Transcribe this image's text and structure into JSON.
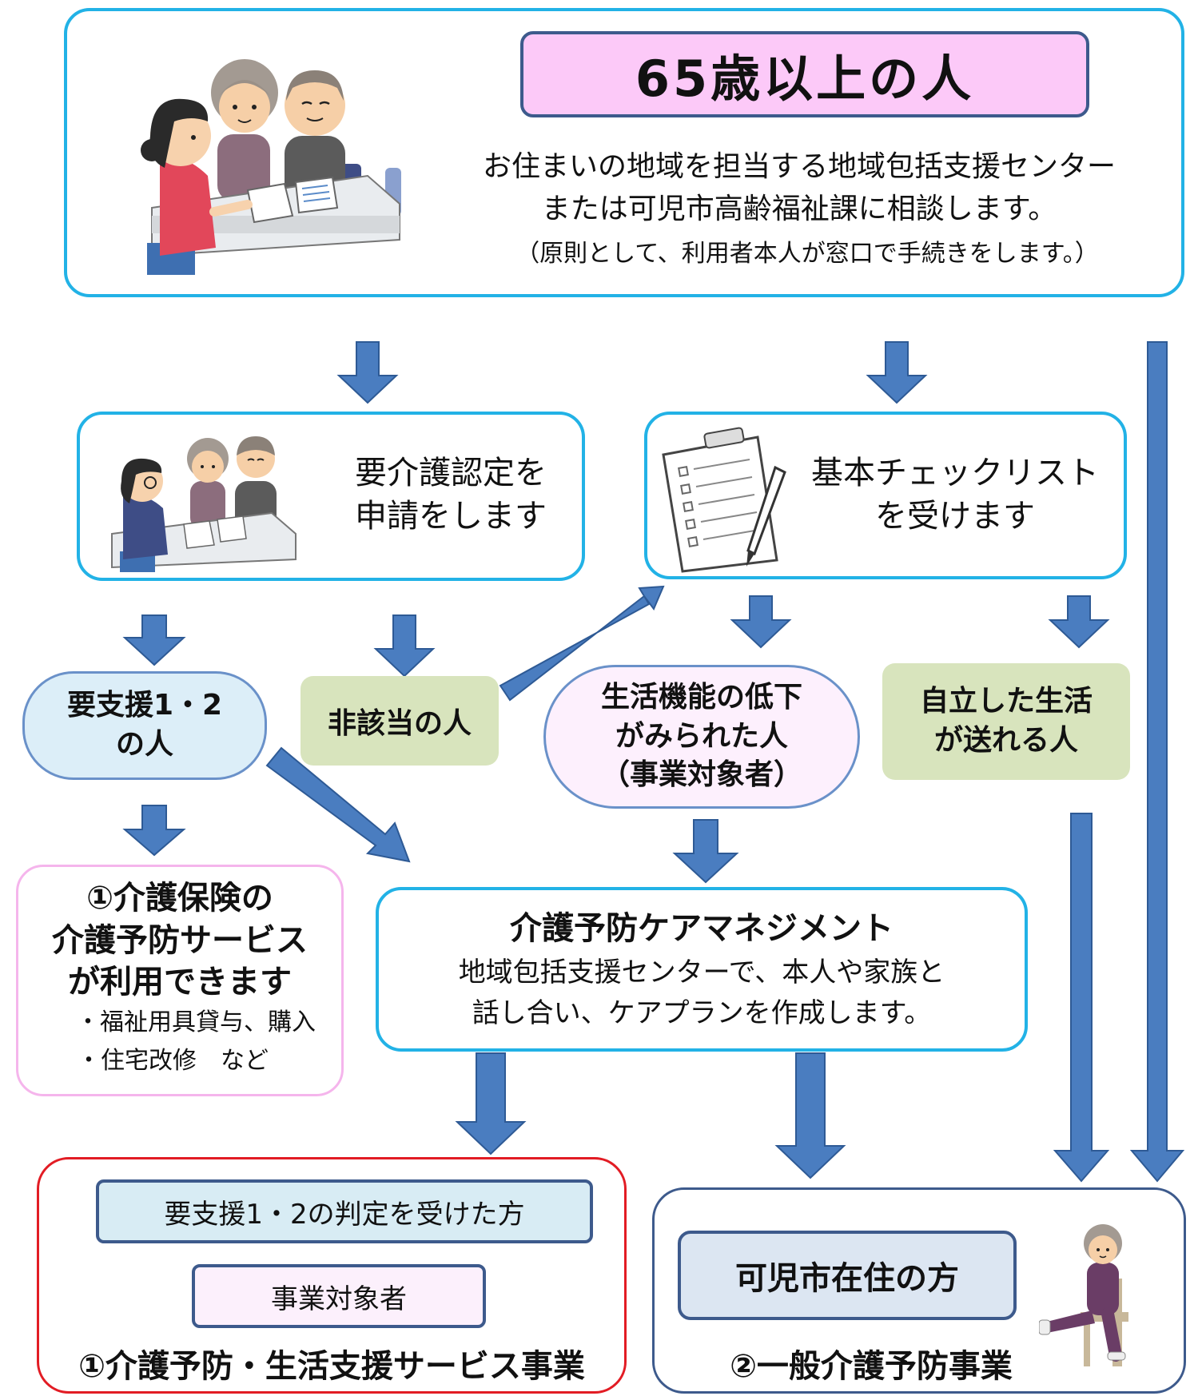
{
  "top": {
    "title": "65歳以上の人",
    "line1": "お住まいの地域を担当する地域包括支援センター",
    "line2": "または可児市高齢福祉課に相談します。",
    "note": "（原則として、利用者本人が窓口で手続きをします。）"
  },
  "apply": {
    "line1": "要介護認定を",
    "line2": "申請をします"
  },
  "checklist": {
    "line1": "基本チェックリスト",
    "line2": "を受けます"
  },
  "support12": {
    "line1": "要支援1・2",
    "line2": "の人"
  },
  "not_applicable": {
    "label": "非該当の人"
  },
  "decline": {
    "line1": "生活機能の低下",
    "line2": "がみられた人",
    "line3": "（事業対象者）"
  },
  "independent": {
    "line1": "自立した生活",
    "line2": "が送れる人"
  },
  "insurance": {
    "line1": "①介護保険の",
    "line2": "介護予防サービス",
    "line3": "が利用できます",
    "item1": "・福祉用具貸与、購入",
    "item2": "・住宅改修　など"
  },
  "care_mgmt": {
    "title": "介護予防ケアマネジメント",
    "line1": "地域包括支援センターで、本人や家族と",
    "line2": "話し合い、ケアプランを作成します。"
  },
  "service_project": {
    "label1": "要支援1・2の判定を受けた方",
    "label2": "事業対象者",
    "title": "①介護予防・生活支援サービス事業"
  },
  "general_project": {
    "label": "可児市在住の方",
    "title": "②一般介護予防事業"
  },
  "colors": {
    "frame_blue": "#22b2e6",
    "frame_navy": "#3d5a8c",
    "frame_red": "#e21c24",
    "frame_pink": "#f5b5ec",
    "arrow": "#4a7dc0",
    "title_pink": "#fcc9f8",
    "green": "#d8e4bd"
  }
}
